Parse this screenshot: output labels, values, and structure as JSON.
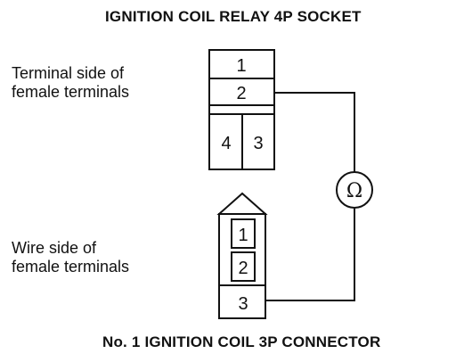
{
  "relay_socket": {
    "title": "IGNITION COIL RELAY 4P SOCKET",
    "side_label": [
      "Terminal side of",
      "female terminals"
    ],
    "terminals": [
      "1",
      "2",
      "4",
      "3"
    ]
  },
  "coil_connector": {
    "title": "No. 1 IGNITION COIL 3P CONNECTOR",
    "side_label": [
      "Wire side of",
      "female terminals"
    ],
    "terminals": [
      "1",
      "2",
      "3"
    ]
  },
  "meter": {
    "symbol": "Ω"
  }
}
